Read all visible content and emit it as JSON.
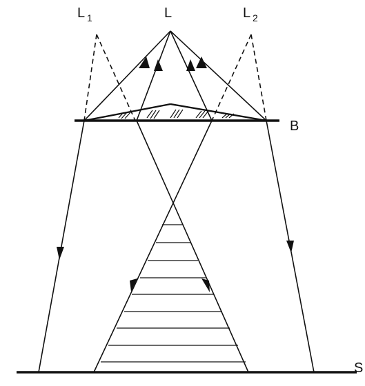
{
  "labels": {
    "source_main": "L",
    "source_left": "L",
    "source_left_sub": "1",
    "source_right": "L",
    "source_right_sub": "2",
    "biprism": "B",
    "screen": "S"
  },
  "colors": {
    "line": "#111111",
    "background": "#ffffff"
  }
}
